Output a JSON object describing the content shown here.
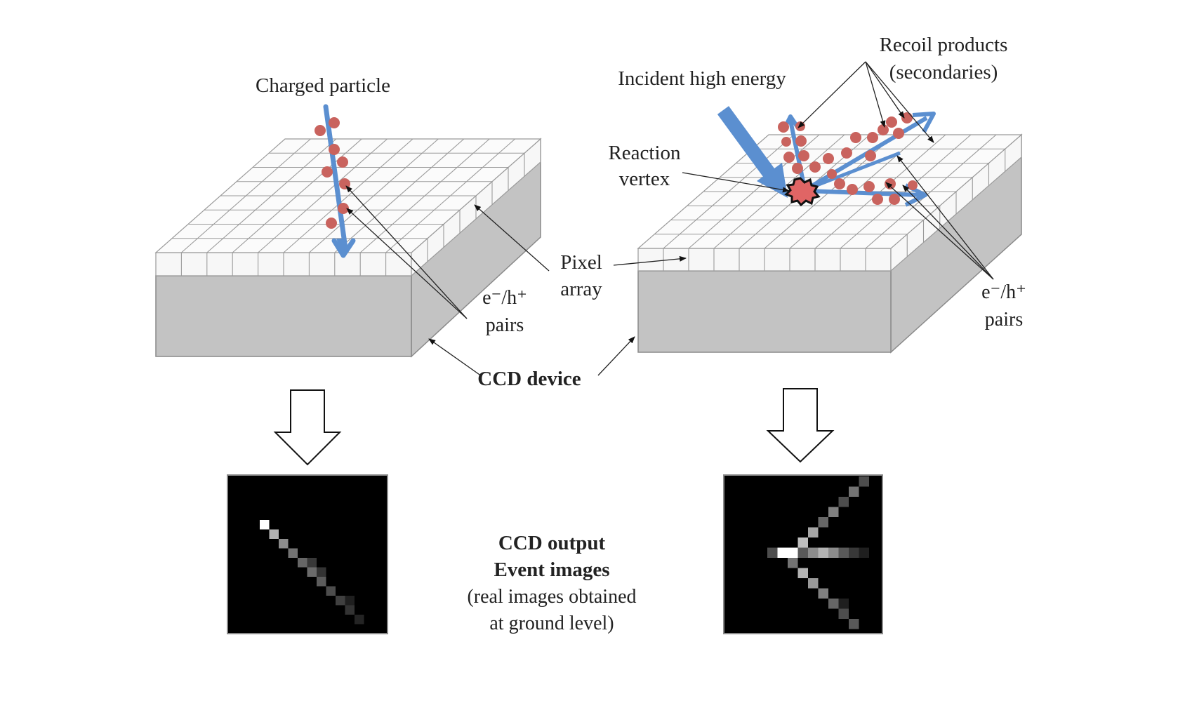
{
  "labels": {
    "charged_particle": "Charged particle",
    "incident_line1": "Incident high energy",
    "recoil_line1": "Recoil products",
    "recoil_line2": "(secondaries)",
    "reaction_line1": "Reaction",
    "reaction_line2": "vertex",
    "pixel_line1": "Pixel",
    "pixel_line2": "array",
    "pairs_left_line1": "e⁻/h⁺",
    "pairs_left_line2": "pairs",
    "pairs_right_line1": "e⁻/h⁺",
    "pairs_right_line2": "pairs",
    "ccd_device": "CCD device",
    "output_line1": "CCD output",
    "output_line2": "Event images",
    "output_line3": "(real images obtained",
    "output_line4": "at ground level)"
  },
  "colors": {
    "track_arrow": "#5b8fd0",
    "charge_dot": "#c9635e",
    "block_side": "#c3c3c3",
    "pixel_face": "#f7f7f7",
    "grid_line": "#9a9a9a",
    "event_background": "#000000"
  },
  "event_images": {
    "left_pixels": [
      {
        "col": 0,
        "row": 0,
        "brightness": 1.0
      },
      {
        "col": 1,
        "row": 1,
        "brightness": 0.7
      },
      {
        "col": 2,
        "row": 2,
        "brightness": 0.55
      },
      {
        "col": 3,
        "row": 3,
        "brightness": 0.45
      },
      {
        "col": 4,
        "row": 4,
        "brightness": 0.4
      },
      {
        "col": 5,
        "row": 4,
        "brightness": 0.22
      },
      {
        "col": 5,
        "row": 5,
        "brightness": 0.42
      },
      {
        "col": 6,
        "row": 5,
        "brightness": 0.2
      },
      {
        "col": 6,
        "row": 6,
        "brightness": 0.36
      },
      {
        "col": 7,
        "row": 7,
        "brightness": 0.3
      },
      {
        "col": 8,
        "row": 8,
        "brightness": 0.25
      },
      {
        "col": 9,
        "row": 8,
        "brightness": 0.12
      },
      {
        "col": 9,
        "row": 9,
        "brightness": 0.2
      },
      {
        "col": 10,
        "row": 10,
        "brightness": 0.14
      }
    ],
    "right_pixels": [
      {
        "col": 11,
        "row": 0,
        "brightness": 0.3
      },
      {
        "col": 10,
        "row": 1,
        "brightness": 0.45
      },
      {
        "col": 9,
        "row": 2,
        "brightness": 0.3
      },
      {
        "col": 8,
        "row": 3,
        "brightness": 0.5
      },
      {
        "col": 7,
        "row": 4,
        "brightness": 0.4
      },
      {
        "col": 6,
        "row": 5,
        "brightness": 0.65
      },
      {
        "col": 5,
        "row": 6,
        "brightness": 0.75
      },
      {
        "col": 2,
        "row": 7,
        "brightness": 0.3
      },
      {
        "col": 3,
        "row": 7,
        "brightness": 1.0
      },
      {
        "col": 4,
        "row": 7,
        "brightness": 1.0
      },
      {
        "col": 5,
        "row": 7,
        "brightness": 0.35
      },
      {
        "col": 6,
        "row": 7,
        "brightness": 0.55
      },
      {
        "col": 7,
        "row": 7,
        "brightness": 0.7
      },
      {
        "col": 8,
        "row": 7,
        "brightness": 0.55
      },
      {
        "col": 9,
        "row": 7,
        "brightness": 0.35
      },
      {
        "col": 10,
        "row": 7,
        "brightness": 0.22
      },
      {
        "col": 11,
        "row": 7,
        "brightness": 0.12
      },
      {
        "col": 4,
        "row": 8,
        "brightness": 0.45
      },
      {
        "col": 5,
        "row": 9,
        "brightness": 0.7
      },
      {
        "col": 6,
        "row": 10,
        "brightness": 0.6
      },
      {
        "col": 7,
        "row": 11,
        "brightness": 0.5
      },
      {
        "col": 8,
        "row": 12,
        "brightness": 0.4
      },
      {
        "col": 9,
        "row": 12,
        "brightness": 0.12
      },
      {
        "col": 9,
        "row": 13,
        "brightness": 0.3
      },
      {
        "col": 10,
        "row": 14,
        "brightness": 0.35
      }
    ]
  }
}
